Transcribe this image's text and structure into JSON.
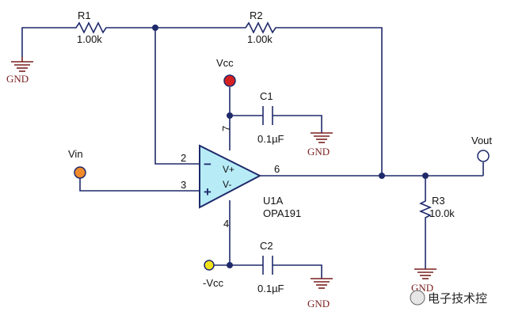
{
  "components": {
    "r1": {
      "name": "R1",
      "value": "1.00k"
    },
    "r2": {
      "name": "R2",
      "value": "1.00k"
    },
    "r3": {
      "name": "R3",
      "value": "10.0k"
    },
    "c1": {
      "name": "C1",
      "value": "0.1µF"
    },
    "c2": {
      "name": "C2",
      "value": "0.1µF"
    },
    "u1": {
      "name": "U1A",
      "part": "OPA191"
    }
  },
  "nets": {
    "vcc": "Vcc",
    "neg_vcc": "-Vcc",
    "vin": "Vin",
    "vout": "Vout",
    "gnd": "GND"
  },
  "opamp": {
    "pin_inv": "2",
    "pin_noninv": "3",
    "pin_out": "6",
    "pin_vpos": "7",
    "pin_vneg": "4",
    "label_vpos": "V+",
    "label_vneg": "V-",
    "sign_minus": "−",
    "sign_plus": "+"
  },
  "colors": {
    "wire": "#1f2a6b",
    "opamp_fill": "#b7ecf7",
    "vcc_terminal": "#d62020",
    "neg_vcc_terminal": "#f2e21a",
    "vin_terminal": "#f08a2a",
    "gnd": "#7a1f1f"
  },
  "watermark": {
    "text": "电子技术控"
  }
}
